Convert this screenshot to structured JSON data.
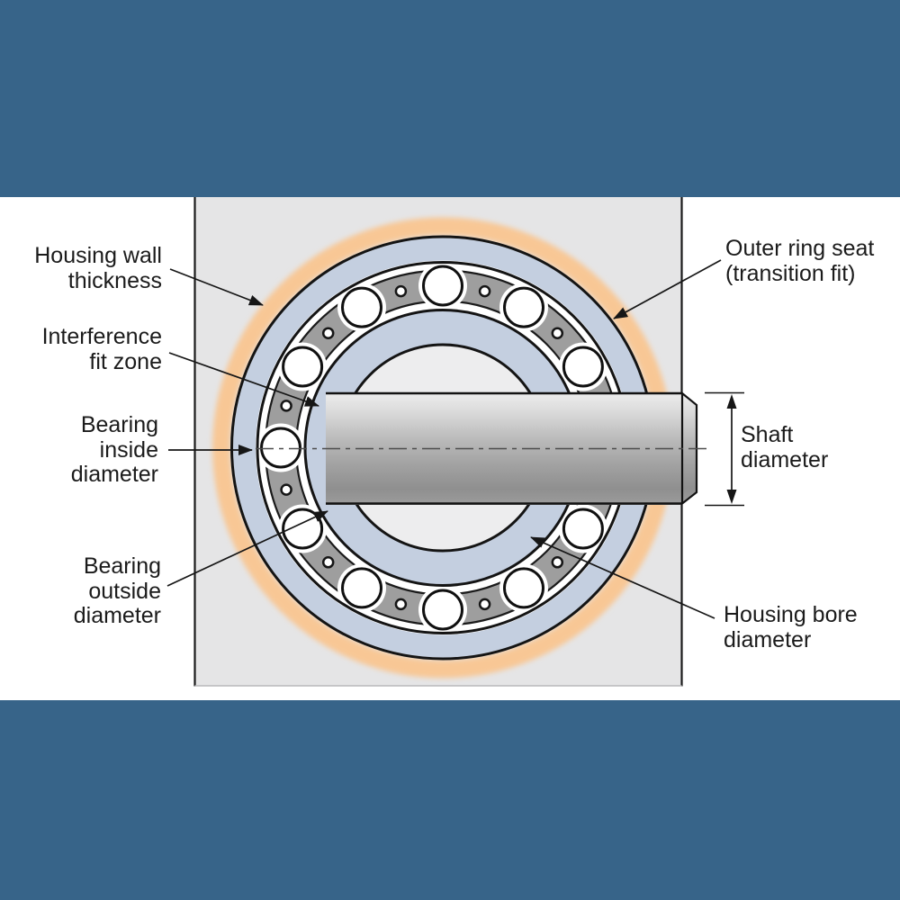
{
  "labels": {
    "housing_wall": {
      "lines": [
        "Housing wall",
        "thickness"
      ]
    },
    "interference_fit": {
      "lines": [
        "Interference",
        "fit zone"
      ]
    },
    "bearing_inside": {
      "lines": [
        "Bearing",
        "inside",
        "diameter"
      ]
    },
    "bearing_outside": {
      "lines": [
        "Bearing",
        "outside",
        "diameter"
      ]
    },
    "outer_ring_seat": {
      "lines": [
        "Outer ring seat",
        "(transition fit)"
      ]
    },
    "shaft_diameter": {
      "lines": [
        "Shaft",
        "diameter"
      ]
    },
    "housing_bore": {
      "lines": [
        "Housing bore",
        "diameter"
      ]
    }
  },
  "colors": {
    "border_band": "#376489",
    "housing_fill": "#e5e5e6",
    "ring_blue": "#c4cfe0",
    "seat_orange": "#f8c795",
    "cage_gray": "#9e9e9e",
    "bore_fill": "#ededee",
    "ink": "#1b1b1b"
  },
  "bearing": {
    "ball_count": 12,
    "rivet_count": 12
  }
}
